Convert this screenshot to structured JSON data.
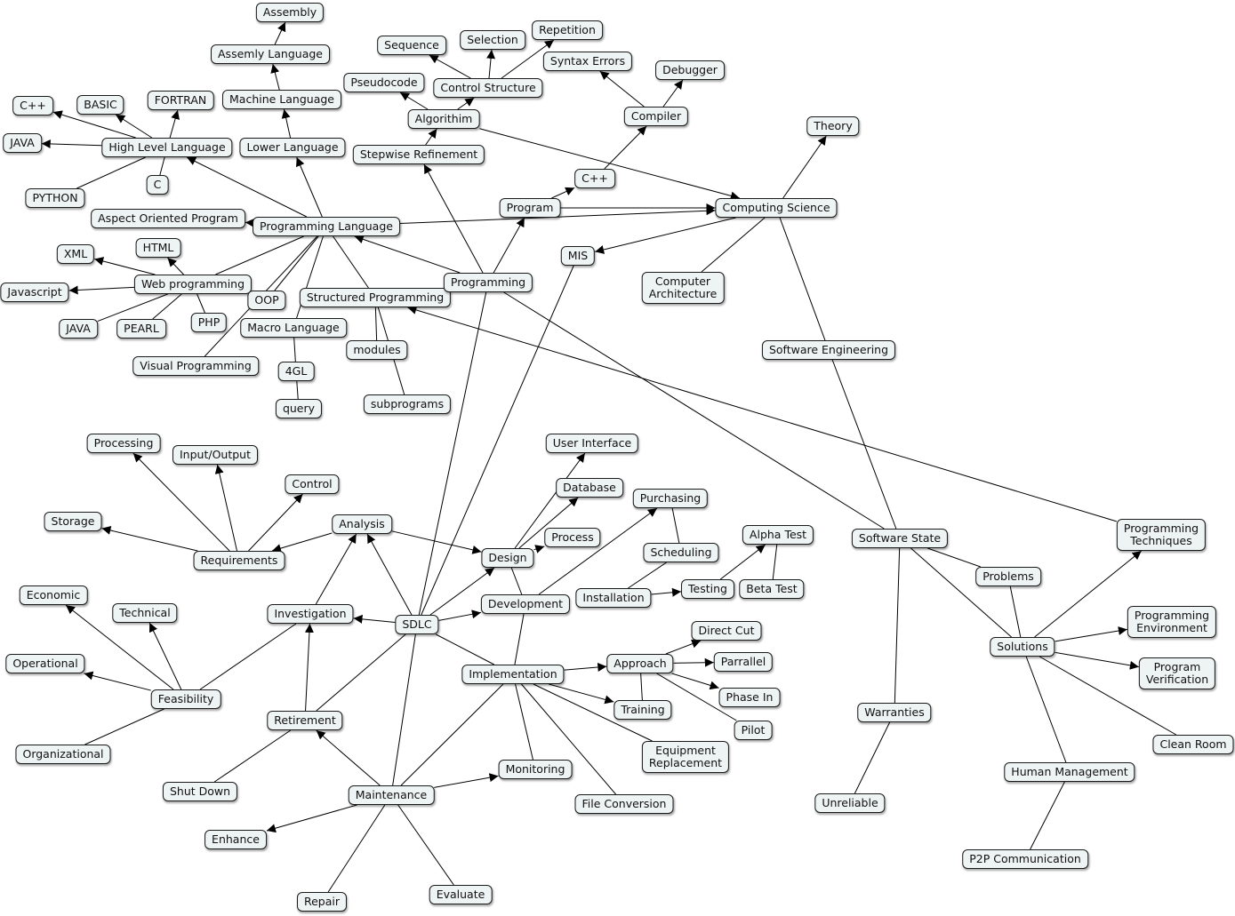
{
  "nodes": [
    {
      "id": "assembly",
      "label": "Assembly"
    },
    {
      "id": "assemly_language",
      "label": "Assemly Language"
    },
    {
      "id": "machine_language",
      "label": "Machine Language"
    },
    {
      "id": "lower_language",
      "label": "Lower Language"
    },
    {
      "id": "high_level_language",
      "label": "High Level Language"
    },
    {
      "id": "cpp_1",
      "label": "C++"
    },
    {
      "id": "basic",
      "label": "BASIC"
    },
    {
      "id": "fortran",
      "label": "FORTRAN"
    },
    {
      "id": "java_1",
      "label": "JAVA"
    },
    {
      "id": "python",
      "label": "PYTHON"
    },
    {
      "id": "c",
      "label": "C"
    },
    {
      "id": "aspect_oriented_program",
      "label": "Aspect Oriented Program"
    },
    {
      "id": "programming_language",
      "label": "Programming Language"
    },
    {
      "id": "xml",
      "label": "XML"
    },
    {
      "id": "html",
      "label": "HTML"
    },
    {
      "id": "javascript",
      "label": "Javascript"
    },
    {
      "id": "web_programming",
      "label": "Web programming"
    },
    {
      "id": "java_2",
      "label": "JAVA"
    },
    {
      "id": "pearl",
      "label": "PEARL"
    },
    {
      "id": "php",
      "label": "PHP"
    },
    {
      "id": "oop",
      "label": "OOP"
    },
    {
      "id": "visual_programming",
      "label": "Visual Programming"
    },
    {
      "id": "macro_language",
      "label": "Macro Language"
    },
    {
      "id": "fourgl",
      "label": "4GL"
    },
    {
      "id": "query",
      "label": "query"
    },
    {
      "id": "structured_programming",
      "label": "Structured Programming"
    },
    {
      "id": "modules",
      "label": "modules"
    },
    {
      "id": "subprograms",
      "label": "subprograms"
    },
    {
      "id": "sequence",
      "label": "Sequence"
    },
    {
      "id": "selection",
      "label": "Selection"
    },
    {
      "id": "repetition",
      "label": "Repetition"
    },
    {
      "id": "pseudocode",
      "label": "Pseudocode"
    },
    {
      "id": "control_structure",
      "label": "Control Structure"
    },
    {
      "id": "syntax_errors",
      "label": "Syntax Errors"
    },
    {
      "id": "debugger",
      "label": "Debugger"
    },
    {
      "id": "algorithm",
      "label": "Algorithim"
    },
    {
      "id": "compiler",
      "label": "Compiler"
    },
    {
      "id": "stepwise_refinement",
      "label": "Stepwise Refinement"
    },
    {
      "id": "cpp_2",
      "label": "C++"
    },
    {
      "id": "program",
      "label": "Program"
    },
    {
      "id": "theory",
      "label": "Theory"
    },
    {
      "id": "computing_science",
      "label": "Computing Science"
    },
    {
      "id": "mis",
      "label": "MIS"
    },
    {
      "id": "programming",
      "label": "Programming"
    },
    {
      "id": "computer_architecture",
      "label": "Computer\nArchitecture"
    },
    {
      "id": "software_engineering",
      "label": "Software Engineering"
    },
    {
      "id": "processing",
      "label": "Processing"
    },
    {
      "id": "input_output",
      "label": "Input/Output"
    },
    {
      "id": "control",
      "label": "Control"
    },
    {
      "id": "storage",
      "label": "Storage"
    },
    {
      "id": "analysis",
      "label": "Analysis"
    },
    {
      "id": "requirements",
      "label": "Requirements"
    },
    {
      "id": "user_interface",
      "label": "User Interface"
    },
    {
      "id": "database",
      "label": "Database"
    },
    {
      "id": "purchasing",
      "label": "Purchasing"
    },
    {
      "id": "process",
      "label": "Process"
    },
    {
      "id": "design",
      "label": "Design"
    },
    {
      "id": "scheduling",
      "label": "Scheduling"
    },
    {
      "id": "alpha_test",
      "label": "Alpha Test"
    },
    {
      "id": "software_state",
      "label": "Software State"
    },
    {
      "id": "programming_techniques",
      "label": "Programming\nTechniques"
    },
    {
      "id": "installation",
      "label": "Installation"
    },
    {
      "id": "testing",
      "label": "Testing"
    },
    {
      "id": "beta_test",
      "label": "Beta Test"
    },
    {
      "id": "problems",
      "label": "Problems"
    },
    {
      "id": "economic",
      "label": "Economic"
    },
    {
      "id": "technical",
      "label": "Technical"
    },
    {
      "id": "investigation",
      "label": "Investigation"
    },
    {
      "id": "sdlc",
      "label": "SDLC"
    },
    {
      "id": "development",
      "label": "Development"
    },
    {
      "id": "programming_environment",
      "label": "Programming\nEnvironment"
    },
    {
      "id": "solutions",
      "label": "Solutions"
    },
    {
      "id": "direct_cut",
      "label": "Direct Cut"
    },
    {
      "id": "operational",
      "label": "Operational"
    },
    {
      "id": "approach",
      "label": "Approach"
    },
    {
      "id": "parrallel",
      "label": "Parrallel"
    },
    {
      "id": "program_verification",
      "label": "Program\nVerification"
    },
    {
      "id": "implementation",
      "label": "Implementation"
    },
    {
      "id": "feasibility",
      "label": "Feasibility"
    },
    {
      "id": "phase_in",
      "label": "Phase In"
    },
    {
      "id": "training",
      "label": "Training"
    },
    {
      "id": "warranties",
      "label": "Warranties"
    },
    {
      "id": "retirement",
      "label": "Retirement"
    },
    {
      "id": "pilot",
      "label": "Pilot"
    },
    {
      "id": "organizational",
      "label": "Organizational"
    },
    {
      "id": "clean_room",
      "label": "Clean Room"
    },
    {
      "id": "equipment_replacement",
      "label": "Equipment\nReplacement"
    },
    {
      "id": "monitoring",
      "label": "Monitoring"
    },
    {
      "id": "human_management",
      "label": "Human Management"
    },
    {
      "id": "shut_down",
      "label": "Shut Down"
    },
    {
      "id": "maintenance",
      "label": "Maintenance"
    },
    {
      "id": "file_conversion",
      "label": "File Conversion"
    },
    {
      "id": "unreliable",
      "label": "Unreliable"
    },
    {
      "id": "enhance",
      "label": "Enhance"
    },
    {
      "id": "p2p_communication",
      "label": "P2P Communication"
    },
    {
      "id": "evaluate",
      "label": "Evaluate"
    },
    {
      "id": "repair",
      "label": "Repair"
    }
  ],
  "edges": [
    {
      "from": "assemly_language",
      "to": "assembly",
      "arrow": true
    },
    {
      "from": "machine_language",
      "to": "assemly_language",
      "arrow": true
    },
    {
      "from": "lower_language",
      "to": "machine_language",
      "arrow": true
    },
    {
      "from": "programming_language",
      "to": "lower_language",
      "arrow": true
    },
    {
      "from": "programming_language",
      "to": "high_level_language",
      "arrow": true
    },
    {
      "from": "high_level_language",
      "to": "cpp_1",
      "arrow": true
    },
    {
      "from": "high_level_language",
      "to": "basic",
      "arrow": true
    },
    {
      "from": "high_level_language",
      "to": "fortran",
      "arrow": true
    },
    {
      "from": "high_level_language",
      "to": "java_1",
      "arrow": true
    },
    {
      "from": "high_level_language",
      "to": "python",
      "arrow": false
    },
    {
      "from": "high_level_language",
      "to": "c",
      "arrow": false
    },
    {
      "from": "programming_language",
      "to": "aspect_oriented_program",
      "arrow": true
    },
    {
      "from": "programming_language",
      "to": "web_programming",
      "arrow": false
    },
    {
      "from": "web_programming",
      "to": "xml",
      "arrow": true
    },
    {
      "from": "web_programming",
      "to": "html",
      "arrow": true
    },
    {
      "from": "web_programming",
      "to": "javascript",
      "arrow": true
    },
    {
      "from": "web_programming",
      "to": "java_2",
      "arrow": false
    },
    {
      "from": "web_programming",
      "to": "pearl",
      "arrow": false
    },
    {
      "from": "web_programming",
      "to": "php",
      "arrow": false
    },
    {
      "from": "programming_language",
      "to": "oop",
      "arrow": false
    },
    {
      "from": "programming_language",
      "to": "visual_programming",
      "arrow": false
    },
    {
      "from": "programming_language",
      "to": "macro_language",
      "arrow": false
    },
    {
      "from": "programming_language",
      "to": "structured_programming",
      "arrow": false
    },
    {
      "from": "macro_language",
      "to": "fourgl",
      "arrow": false
    },
    {
      "from": "fourgl",
      "to": "query",
      "arrow": false
    },
    {
      "from": "structured_programming",
      "to": "modules",
      "arrow": false
    },
    {
      "from": "structured_programming",
      "to": "subprograms",
      "arrow": false
    },
    {
      "from": "programming_language",
      "to": "computing_science",
      "arrow": true
    },
    {
      "from": "programming",
      "to": "programming_language",
      "arrow": true
    },
    {
      "from": "programming",
      "to": "stepwise_refinement",
      "arrow": true
    },
    {
      "from": "programming",
      "to": "program",
      "arrow": true
    },
    {
      "from": "programming",
      "to": "software_state",
      "arrow": false
    },
    {
      "from": "programming",
      "to": "sdlc",
      "arrow": false
    },
    {
      "from": "stepwise_refinement",
      "to": "algorithm",
      "arrow": true
    },
    {
      "from": "algorithm",
      "to": "pseudocode",
      "arrow": true
    },
    {
      "from": "algorithm",
      "to": "control_structure",
      "arrow": true
    },
    {
      "from": "algorithm",
      "to": "computing_science",
      "arrow": true
    },
    {
      "from": "control_structure",
      "to": "sequence",
      "arrow": true
    },
    {
      "from": "control_structure",
      "to": "selection",
      "arrow": true
    },
    {
      "from": "control_structure",
      "to": "repetition",
      "arrow": true
    },
    {
      "from": "program",
      "to": "cpp_2",
      "arrow": true
    },
    {
      "from": "cpp_2",
      "to": "compiler",
      "arrow": true
    },
    {
      "from": "compiler",
      "to": "syntax_errors",
      "arrow": true
    },
    {
      "from": "compiler",
      "to": "debugger",
      "arrow": true
    },
    {
      "from": "program",
      "to": "computing_science",
      "arrow": true
    },
    {
      "from": "computing_science",
      "to": "theory",
      "arrow": true
    },
    {
      "from": "computing_science",
      "to": "mis",
      "arrow": true
    },
    {
      "from": "computing_science",
      "to": "computer_architecture",
      "arrow": false
    },
    {
      "from": "computing_science",
      "to": "software_engineering",
      "arrow": false
    },
    {
      "from": "software_engineering",
      "to": "software_state",
      "arrow": false
    },
    {
      "from": "mis",
      "to": "sdlc",
      "arrow": false
    },
    {
      "from": "programming_techniques",
      "to": "structured_programming",
      "arrow": true
    },
    {
      "from": "software_state",
      "to": "problems",
      "arrow": false
    },
    {
      "from": "software_state",
      "to": "solutions",
      "arrow": false
    },
    {
      "from": "software_state",
      "to": "warranties",
      "arrow": false
    },
    {
      "from": "problems",
      "to": "solutions",
      "arrow": false
    },
    {
      "from": "solutions",
      "to": "programming_techniques",
      "arrow": true
    },
    {
      "from": "solutions",
      "to": "programming_environment",
      "arrow": true
    },
    {
      "from": "solutions",
      "to": "program_verification",
      "arrow": true
    },
    {
      "from": "solutions",
      "to": "clean_room",
      "arrow": false
    },
    {
      "from": "solutions",
      "to": "human_management",
      "arrow": false
    },
    {
      "from": "human_management",
      "to": "p2p_communication",
      "arrow": false
    },
    {
      "from": "warranties",
      "to": "unreliable",
      "arrow": false
    },
    {
      "from": "sdlc",
      "to": "analysis",
      "arrow": true
    },
    {
      "from": "sdlc",
      "to": "investigation",
      "arrow": true
    },
    {
      "from": "sdlc",
      "to": "design",
      "arrow": true
    },
    {
      "from": "sdlc",
      "to": "development",
      "arrow": true
    },
    {
      "from": "sdlc",
      "to": "implementation",
      "arrow": false
    },
    {
      "from": "sdlc",
      "to": "retirement",
      "arrow": false
    },
    {
      "from": "sdlc",
      "to": "maintenance",
      "arrow": false
    },
    {
      "from": "analysis",
      "to": "requirements",
      "arrow": true
    },
    {
      "from": "analysis",
      "to": "design",
      "arrow": true
    },
    {
      "from": "requirements",
      "to": "processing",
      "arrow": true
    },
    {
      "from": "requirements",
      "to": "input_output",
      "arrow": true
    },
    {
      "from": "requirements",
      "to": "control",
      "arrow": true
    },
    {
      "from": "requirements",
      "to": "storage",
      "arrow": true
    },
    {
      "from": "investigation",
      "to": "analysis",
      "arrow": true
    },
    {
      "from": "investigation",
      "to": "feasibility",
      "arrow": false
    },
    {
      "from": "feasibility",
      "to": "economic",
      "arrow": true
    },
    {
      "from": "feasibility",
      "to": "technical",
      "arrow": true
    },
    {
      "from": "feasibility",
      "to": "operational",
      "arrow": true
    },
    {
      "from": "feasibility",
      "to": "organizational",
      "arrow": false
    },
    {
      "from": "design",
      "to": "user_interface",
      "arrow": true
    },
    {
      "from": "design",
      "to": "database",
      "arrow": true
    },
    {
      "from": "design",
      "to": "process",
      "arrow": true
    },
    {
      "from": "development",
      "to": "design",
      "arrow": false
    },
    {
      "from": "development",
      "to": "purchasing",
      "arrow": true
    },
    {
      "from": "development",
      "to": "implementation",
      "arrow": false
    },
    {
      "from": "purchasing",
      "to": "scheduling",
      "arrow": false
    },
    {
      "from": "scheduling",
      "to": "installation",
      "arrow": false
    },
    {
      "from": "installation",
      "to": "testing",
      "arrow": true
    },
    {
      "from": "testing",
      "to": "alpha_test",
      "arrow": true
    },
    {
      "from": "alpha_test",
      "to": "beta_test",
      "arrow": false
    },
    {
      "from": "implementation",
      "to": "approach",
      "arrow": true
    },
    {
      "from": "implementation",
      "to": "training",
      "arrow": true
    },
    {
      "from": "implementation",
      "to": "equipment_replacement",
      "arrow": false
    },
    {
      "from": "implementation",
      "to": "file_conversion",
      "arrow": false
    },
    {
      "from": "implementation",
      "to": "monitoring",
      "arrow": false
    },
    {
      "from": "approach",
      "to": "direct_cut",
      "arrow": true
    },
    {
      "from": "approach",
      "to": "parrallel",
      "arrow": true
    },
    {
      "from": "approach",
      "to": "phase_in",
      "arrow": true
    },
    {
      "from": "approach",
      "to": "pilot",
      "arrow": false
    },
    {
      "from": "approach",
      "to": "training",
      "arrow": false
    },
    {
      "from": "retirement",
      "to": "investigation",
      "arrow": true
    },
    {
      "from": "retirement",
      "to": "shut_down",
      "arrow": false
    },
    {
      "from": "maintenance",
      "to": "retirement",
      "arrow": true
    },
    {
      "from": "maintenance",
      "to": "monitoring",
      "arrow": true
    },
    {
      "from": "maintenance",
      "to": "enhance",
      "arrow": true
    },
    {
      "from": "maintenance",
      "to": "implementation",
      "arrow": false
    },
    {
      "from": "maintenance",
      "to": "repair",
      "arrow": false
    },
    {
      "from": "maintenance",
      "to": "evaluate",
      "arrow": false
    }
  ]
}
